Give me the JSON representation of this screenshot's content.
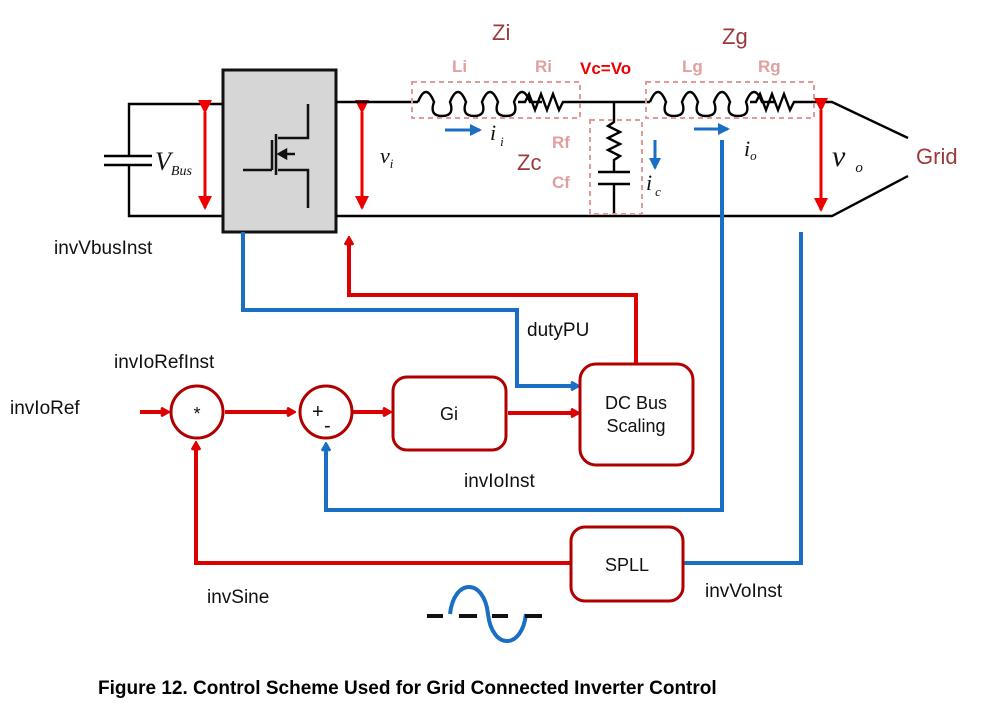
{
  "figure": {
    "caption": "Figure 12. Control Scheme Used for Grid Connected Inverter Control"
  },
  "circuit": {
    "bus_voltage": {
      "symbol": "V",
      "subscript": "Bus"
    },
    "inverter_voltage": {
      "symbol": "v",
      "subscript": "i"
    },
    "output_voltage": {
      "symbol": "v",
      "subscript": "o"
    },
    "inverter_current": {
      "symbol": "i",
      "subscript": "i"
    },
    "capacitor_current": {
      "symbol": "i",
      "subscript": "c"
    },
    "output_current": {
      "symbol": "i",
      "subscript": "o"
    },
    "impedances": {
      "zi": "Zi",
      "zc": "Zc",
      "zg": "Zg"
    },
    "components": {
      "li": "Li",
      "ri": "Ri",
      "rf": "Rf",
      "cf": "Cf",
      "lg": "Lg",
      "rg": "Rg"
    },
    "node_label": "Vc=Vo",
    "grid_label": "Grid"
  },
  "signals": {
    "inv_vbus_inst": "invVbusInst",
    "duty_pu": "dutyPU",
    "inv_io_ref_inst": "invIoRefInst",
    "inv_io_ref": "invIoRef",
    "inv_io_inst": "invIoInst",
    "inv_sine": "invSine",
    "inv_vo_inst": "invVoInst"
  },
  "blocks": {
    "multiplier_symbol": "*",
    "sum_plus": "+",
    "sum_minus": "-",
    "gi": "Gi",
    "dc_bus_line1": "DC Bus",
    "dc_bus_line2": "Scaling",
    "spll": "SPLL"
  },
  "colors": {
    "control_signal": "#dd0000",
    "feedback_signal": "#1a6fc4",
    "block_border": "#b00000",
    "impedance_label": "#9b3a3a",
    "component_label": "#e0a0a0"
  }
}
